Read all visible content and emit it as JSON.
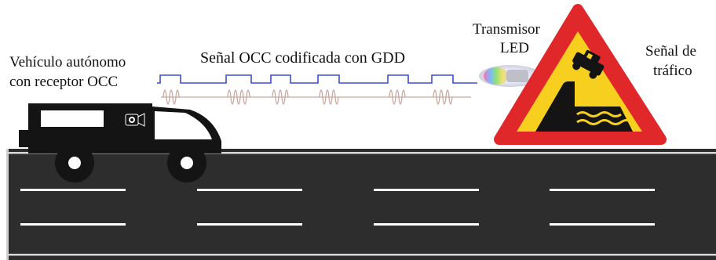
{
  "labels": {
    "vehicle_line1": "Vehículo autónomo",
    "vehicle_line2": "con receptor OCC",
    "signal": "Señal OCC codificada con GDD",
    "transmitter_line1": "Transmisor",
    "transmitter_line2": "LED",
    "sign_line1": "Señal de",
    "sign_line2": "tráfico"
  },
  "colors": {
    "road": "#2d2d2d",
    "lane_markings": "#ffffff",
    "road_edge": "#d8d8d8",
    "square_wave": "#3a4ed8",
    "burst_waveform": "#c9a89f",
    "sign_border": "#e0282a",
    "sign_fill": "#f6cf1f",
    "car_body": "#141414"
  },
  "icons": {
    "vehicle": "suv-icon",
    "camera": "camera-icon",
    "led": "led-transmitter-icon",
    "sign": "cliff-warning-sign-icon"
  }
}
